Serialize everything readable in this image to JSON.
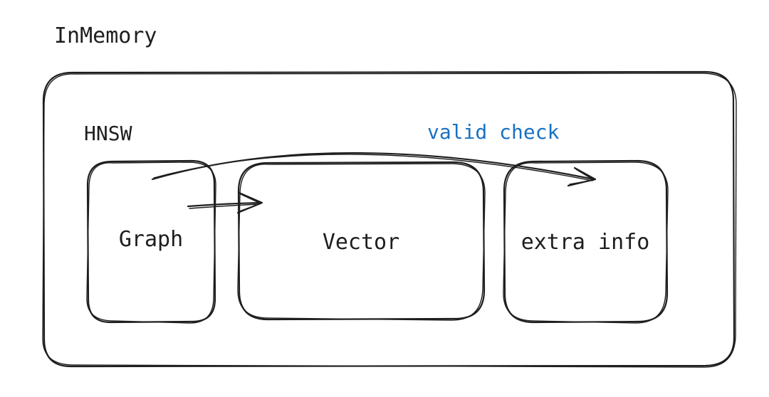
{
  "diagram": {
    "title": "InMemory",
    "group_label": "HNSW",
    "nodes": {
      "graph": "Graph",
      "vector": "Vector",
      "extra_info": "extra info"
    },
    "edges": {
      "valid_check": "valid check"
    },
    "colors": {
      "ink": "#1e1e1e",
      "edge_label": "#1971c2",
      "background": "#ffffff"
    }
  }
}
